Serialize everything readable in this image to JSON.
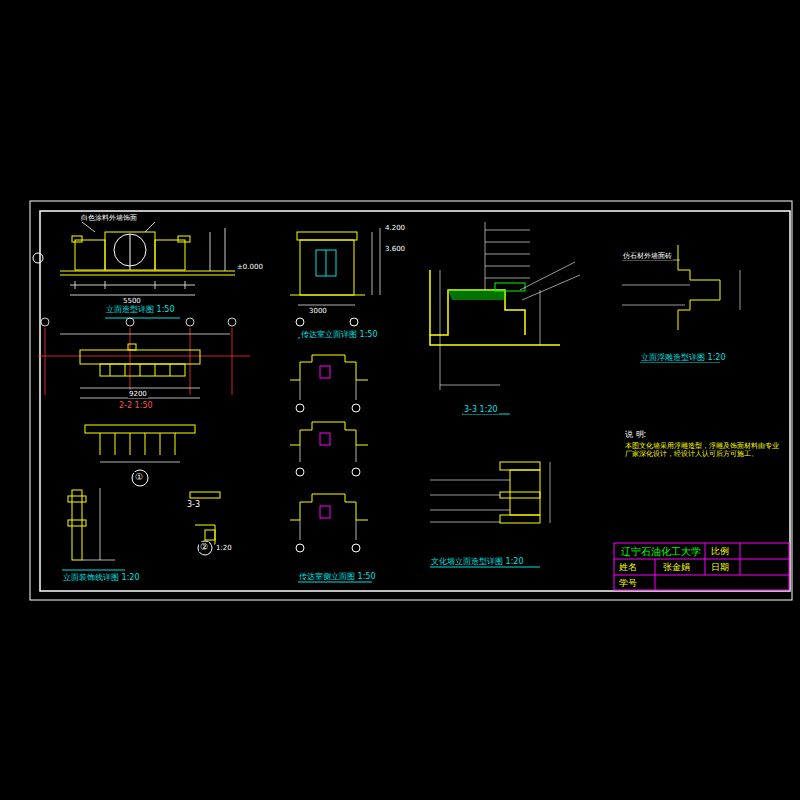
{
  "diagram": {
    "labels": [
      "立面造型详图 1:50",
      "传达室立面详图 1:50",
      "3-3 1:20",
      "立面浮雕造型详图 1:20",
      "2-2 1:50",
      "①",
      "立面装饰线详图 1:20",
      "3-3",
      "②",
      "传达室侧立面图 1:50",
      "文化墙立面造型详图 1:20",
      "说 明:",
      "本图文化墙采用浮雕造型，浮雕及饰面材料由专业厂家深化设计，经设计人认可后方可施工。",
      "辽宁石油化工大学",
      "比例",
      "姓名",
      "张金娟",
      "日期",
      "学号",
      "白色涂料外墙饰面",
      "仿石材外墙面砖",
      "5500",
      "9200",
      "3000",
      "±0.000",
      "3.600",
      "4.200",
      "1:20"
    ]
  }
}
